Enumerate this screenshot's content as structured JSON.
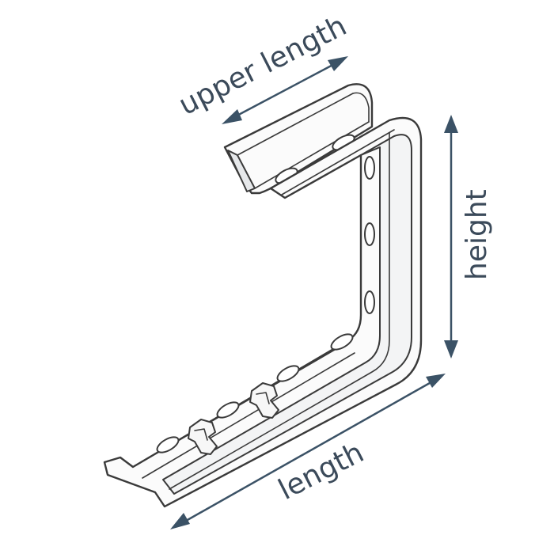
{
  "labels": {
    "upper_length": "upper length",
    "height": "height",
    "length": "length"
  },
  "colors": {
    "arrow": "#3b5266",
    "label": "#3b4a5a",
    "outline": "#3a3a3a"
  }
}
